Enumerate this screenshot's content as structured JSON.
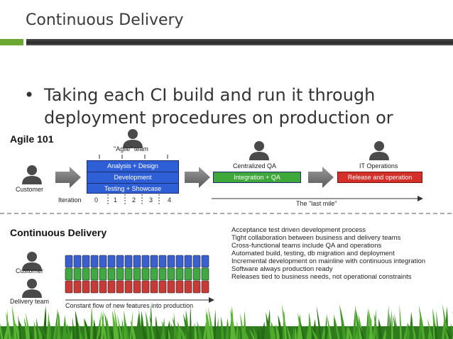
{
  "slide": {
    "title": "Continuous Delivery",
    "bullet": "Taking each CI build and run it through deployment procedures on production or",
    "bullet_symbol": "•"
  },
  "agile": {
    "heading": "Agile 101",
    "team_label": "\"Agile\" team",
    "customer_label": "Customer",
    "stages": [
      "Analysis + Design",
      "Development",
      "Testing + Showcase"
    ],
    "iteration_label": "Iteration",
    "iteration_ticks": [
      "0",
      "1",
      "2",
      "3",
      "4"
    ],
    "qa_label": "Centralized QA",
    "qa_box": "Integration + QA",
    "ops_label": "IT Operations",
    "ops_box": "Release and operation",
    "last_mile": "The \"last mile\""
  },
  "cd": {
    "heading": "Continuous Delivery",
    "customer_label": "Customer",
    "delivery_label": "Delivery team",
    "flow_label": "Constant flow of new features into production",
    "features": [
      "Acceptance test driven development process",
      "Tight collaboration between business and delivery teams",
      "Cross-functional teams include QA and operations",
      "Automated build, testing, db migration and deployment",
      "Incremental development on mainline with continuous integration",
      "Software always production ready",
      "Releases tied to business needs, not operational constraints"
    ]
  },
  "colors": {
    "accent_green": "#6aa832",
    "stage_blue": "#2f5fd6",
    "qa_green": "#3ea83a",
    "ops_red": "#d4302a",
    "column_blue": "#3a5fd0",
    "column_green": "#3fa843",
    "column_red": "#c93a36"
  }
}
